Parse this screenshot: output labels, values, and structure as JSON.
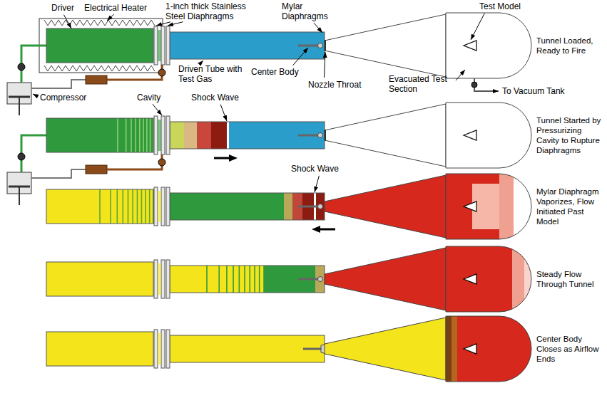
{
  "diagram": {
    "labels": [
      "Driver",
      "Electrical Heater",
      "1-inch thick Stainless Steel Diaphragms",
      "Mylar Diaphragms",
      "Test Model",
      "Tunnel Loaded, Ready to Fire",
      "Center Body",
      "Driven Tube with Test Gas",
      "Nozzle Throat",
      "Compressor",
      "Evacuated Test Section",
      "To Vacuum Tank",
      "Cavity",
      "Shock Wave",
      "Tunnel Started by Pressurizing Cavity to Rupture Diaphragms",
      "Shock Wave",
      "Mylar Diaphragm Vaporizes, Flow Initiated Past Model",
      "Steady Flow Through Tunnel",
      "Center Body Closes as Airflow Ends"
    ]
  }
}
